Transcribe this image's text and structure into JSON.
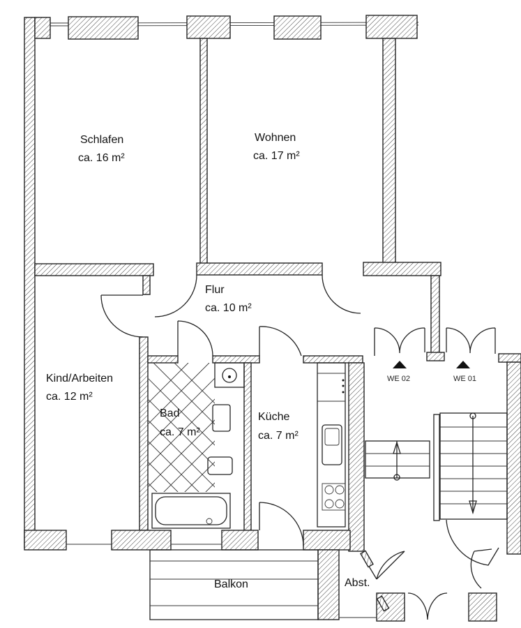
{
  "rooms": [
    {
      "name": "Schlafen",
      "area": "ca. 16 m²"
    },
    {
      "name": "Wohnen",
      "area": "ca. 17 m²"
    },
    {
      "name": "Flur",
      "area": "ca. 10 m²"
    },
    {
      "name": "Kind/Arbeiten",
      "area": "ca. 12 m²"
    },
    {
      "name": "Bad",
      "area": "ca. 7 m²"
    },
    {
      "name": "Küche",
      "area": "ca. 7 m²"
    },
    {
      "name": "Balkon"
    },
    {
      "name": "Abst."
    }
  ],
  "units": [
    {
      "label": "WE 02"
    },
    {
      "label": "WE 01"
    }
  ],
  "colors": {
    "line": "#222222",
    "background": "#ffffff"
  }
}
